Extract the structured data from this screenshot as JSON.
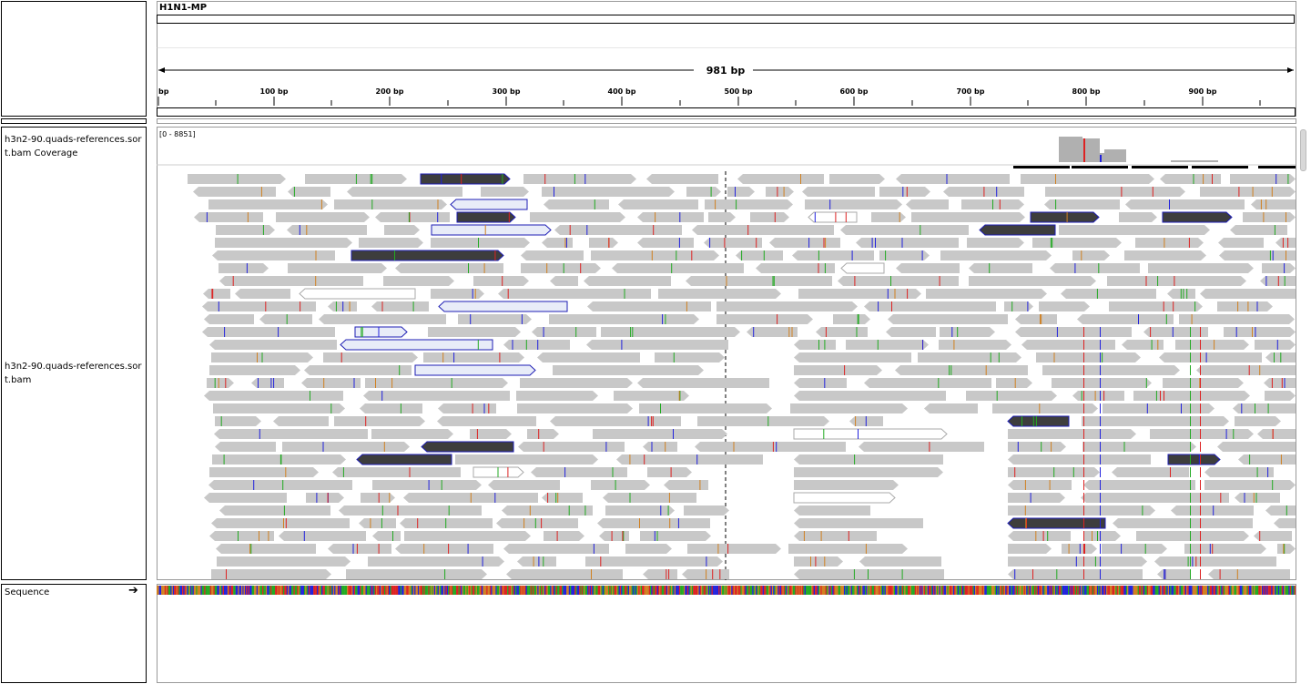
{
  "header": {
    "chromosome": "H1N1-MP",
    "span_label": "981 bp"
  },
  "ruler": {
    "ticks": [
      "bp",
      "100 bp",
      "200 bp",
      "300 bp",
      "400 bp",
      "500 bp",
      "600 bp",
      "700 bp",
      "800 bp",
      "900 bp"
    ]
  },
  "tracks": {
    "coverage_name": "h3n2-90.quads-references.sort.bam Coverage",
    "coverage_range": "[0 - 8851]",
    "alignment_name": "h3n2-90.quads-references.sort.bam",
    "sequence_name": "Sequence"
  },
  "colors": {
    "read_fill": "#c8c8c8",
    "read_dark": "#3d3d3d",
    "read_outline": "#1e1eb4",
    "coverage": "#b0b0b0",
    "mismatch_a": "#22aa22",
    "mismatch_c": "#2222dd",
    "mismatch_g": "#d08020",
    "mismatch_t": "#dd2222"
  },
  "icons": {
    "sequence_direction": "right-arrow-icon",
    "scrollbar": "scrollbar-thumb"
  }
}
